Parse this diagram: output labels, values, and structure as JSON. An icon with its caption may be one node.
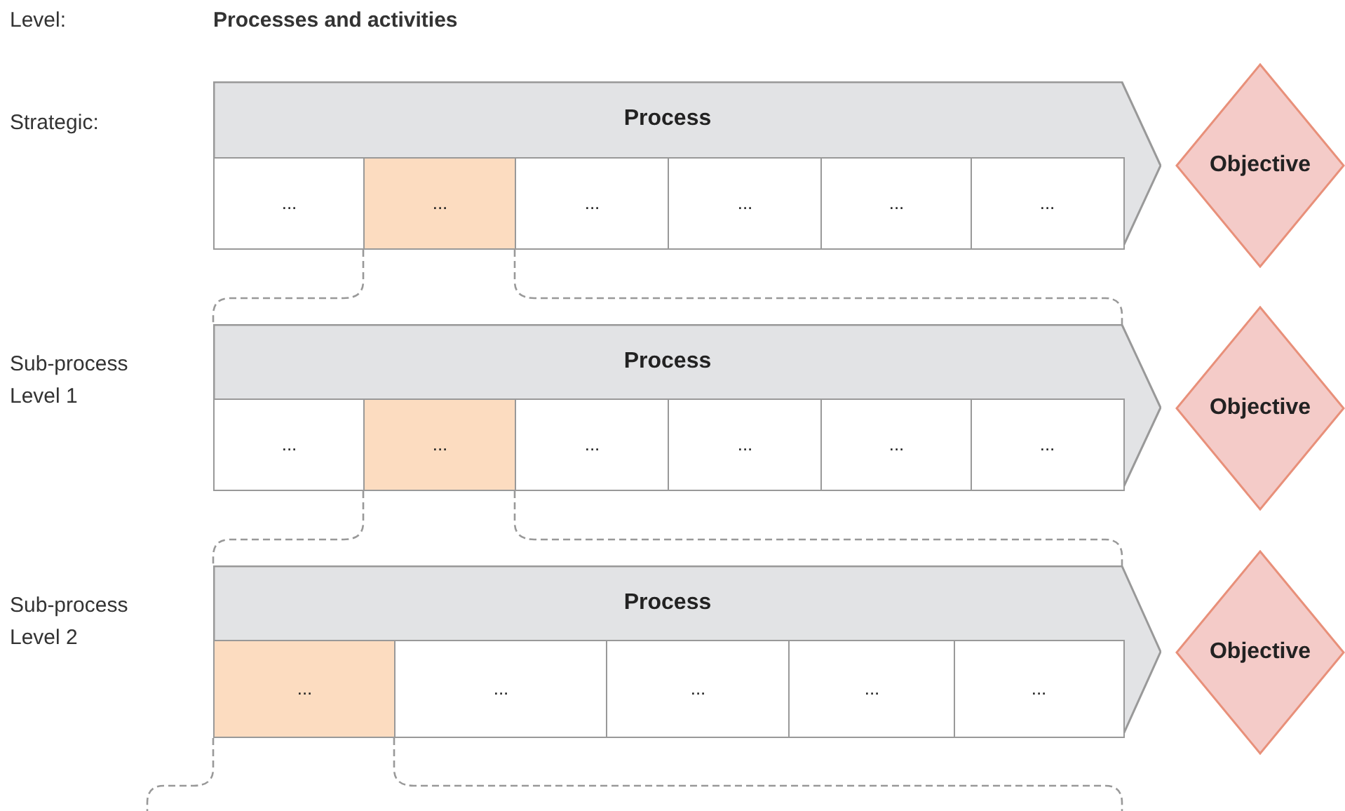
{
  "diagram": {
    "nodes": [
      {
        "text": [
          "Process"
        ]
      },
      {
        "text": [
          "..."
        ],
        "in": 0
      },
      {
        "text": [
          "..."
        ],
        "in": 0
      },
      {
        "text": [
          "..."
        ],
        "in": 0
      },
      {
        "text": [
          "..."
        ],
        "in": 0
      },
      {
        "text": [
          "..."
        ],
        "in": 0
      },
      {
        "text": [
          "..."
        ],
        "in": 0
      },
      {
        "text": [
          "Objective"
        ]
      },
      {
        "text": [
          "Process"
        ]
      },
      {
        "text": [
          "..."
        ],
        "in": 8
      },
      {
        "text": [
          "..."
        ],
        "in": 8
      },
      {
        "text": [
          "..."
        ],
        "in": 8
      },
      {
        "text": [
          "..."
        ],
        "in": 8
      },
      {
        "text": [
          "..."
        ],
        "in": 8
      },
      {
        "text": [
          "..."
        ],
        "in": 8
      },
      {
        "text": [
          "Objective"
        ]
      },
      {
        "text": [
          "Process"
        ]
      },
      {
        "text": [
          "..."
        ],
        "in": 16
      },
      {
        "text": [
          "..."
        ],
        "in": 16
      },
      {
        "text": [
          "..."
        ],
        "in": 16
      },
      {
        "text": [
          "..."
        ],
        "in": 16
      },
      {
        "text": [
          "..."
        ],
        "in": 16
      },
      {
        "text": [
          "Objective"
        ]
      }
    ],
    "edges": [],
    "labels": [
      "Level:",
      "Processes and activities",
      "Strategic:",
      "Sub-process Level 1",
      "Sub-process Level 2"
    ]
  }
}
